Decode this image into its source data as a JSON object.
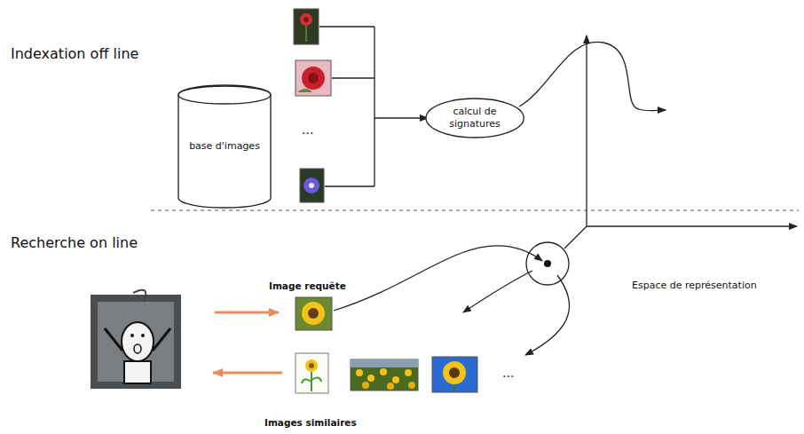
{
  "diagram": {
    "nodes": [
      {
        "text": [
          "base d'images"
        ]
      },
      {
        "text": [
          "calcul de signatures"
        ]
      }
    ],
    "labels": [
      "Indexation off line",
      "...",
      "Recherche on line",
      "Image requête",
      "Espace de représentation",
      "...",
      "Images similaires"
    ]
  }
}
